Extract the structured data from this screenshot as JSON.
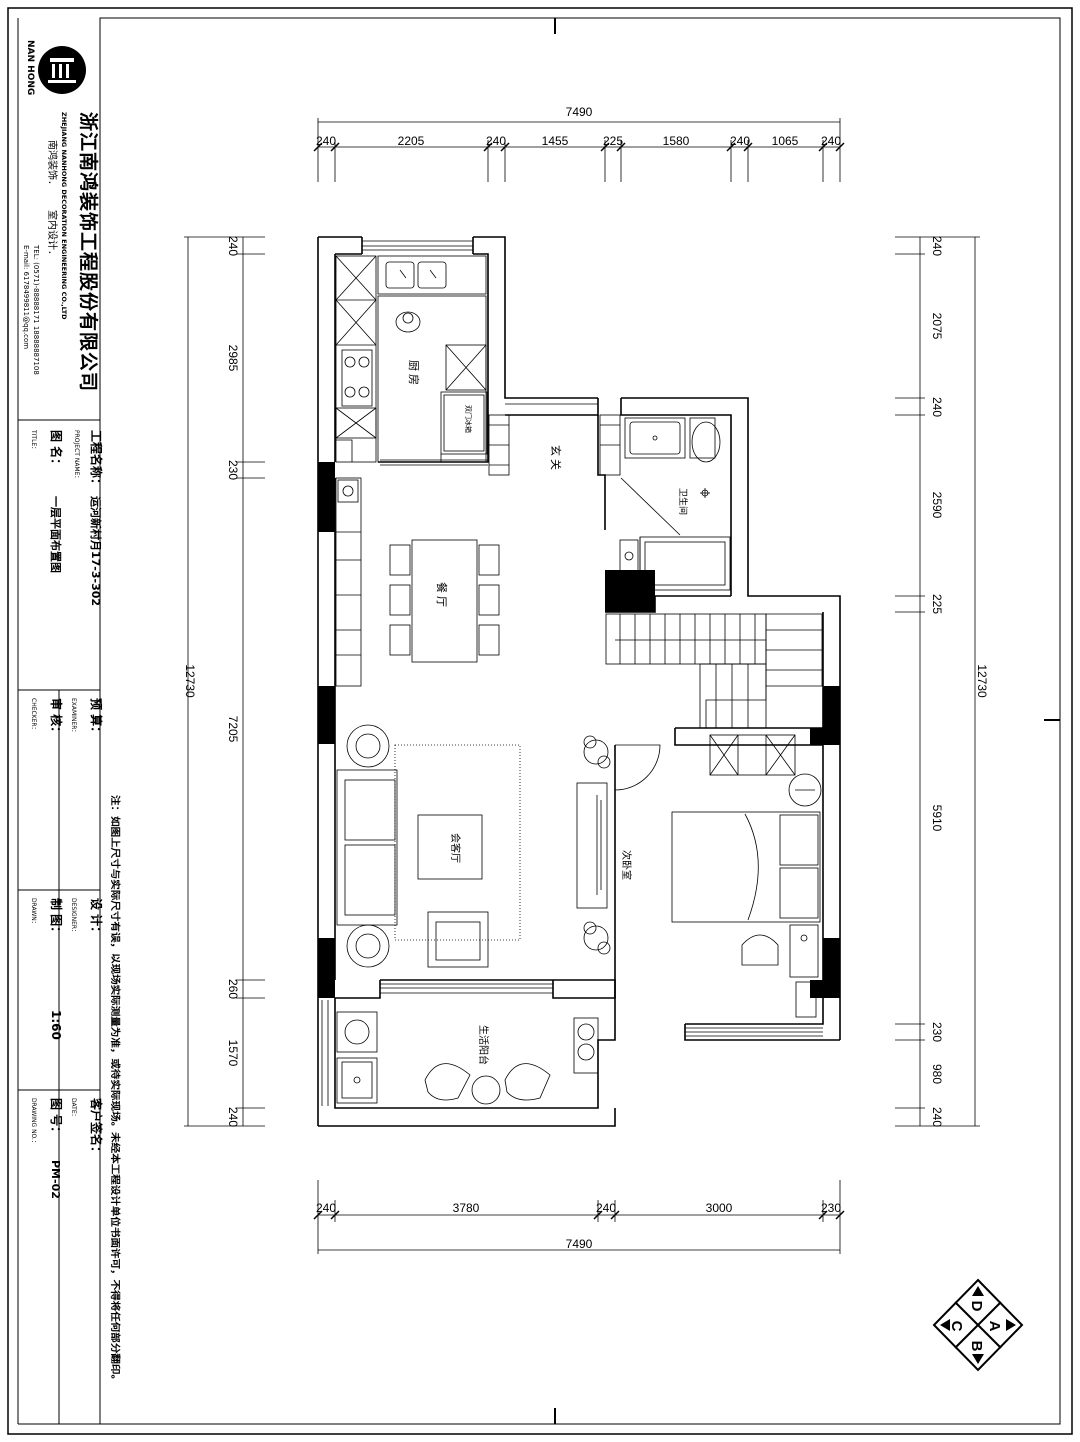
{
  "title_block": {
    "company_cn": "浙江南鸿装饰工程股份有限公司",
    "company_en": "ZHEJIANG NANHONG DECORATION ENGINEERING CO.,LTD",
    "logo_text": "NAN HONG",
    "brand": "南鸿装饰．",
    "service": "室内设计．",
    "tel": "TEL: (0571)-88888171  18888887108",
    "email": "E-mail: 6178499811@qq.com",
    "project_label": "工程名称：",
    "project_value": "运河新村月17-3-302",
    "project_en": "PROJECT NAME：",
    "drawing_label": "图  名：",
    "drawing_value": "一层平面布置图",
    "drawing_en": "TITLE：",
    "budget_label": "预    算：",
    "checker_label": "审    核：",
    "checker_en": "EXAMINER：",
    "check_en": "CHECKER：",
    "designer_label": "设    计：",
    "designer_en": "DESIGNER：",
    "drafter_label": "制    图：",
    "drafter_en": "DRAWN：",
    "scale": "1:60",
    "client_label": "客户签名：",
    "client_en": "DATE：",
    "drawing_no_label": "图    号：",
    "drawing_no_value": "PM-02",
    "drawing_no_en": "DRAWING NO.："
  },
  "note": "注：如图上尺寸与实际尺寸有误，以现场实际测量为准，或待实际现场。未经本工程设计单位书面许可，不得将任何部分翻印。",
  "rooms": {
    "kitchen": "厨 房",
    "fridge": "双门冰箱",
    "entrance": "玄 关",
    "bathroom": "卫生间",
    "dining": "餐 厅",
    "living": "会客厅",
    "bedroom": "次卧室",
    "balcony": "生活阳台"
  },
  "dims": {
    "top_total": "7490",
    "top": [
      "240",
      "2205",
      "240",
      "1455",
      "225",
      "1580",
      "240",
      "1065",
      "240"
    ],
    "bottom_total": "7490",
    "bottom": [
      "240",
      "3780",
      "240",
      "3000",
      "230"
    ],
    "left_total": "12730",
    "left": [
      "240",
      "2985",
      "230",
      "7205",
      "260",
      "1570",
      "240"
    ],
    "right_total": "12730",
    "right": [
      "240",
      "2075",
      "240",
      "2590",
      "225",
      "5910",
      "230",
      "980",
      "240"
    ]
  },
  "compass": [
    "A",
    "B",
    "C",
    "D"
  ]
}
